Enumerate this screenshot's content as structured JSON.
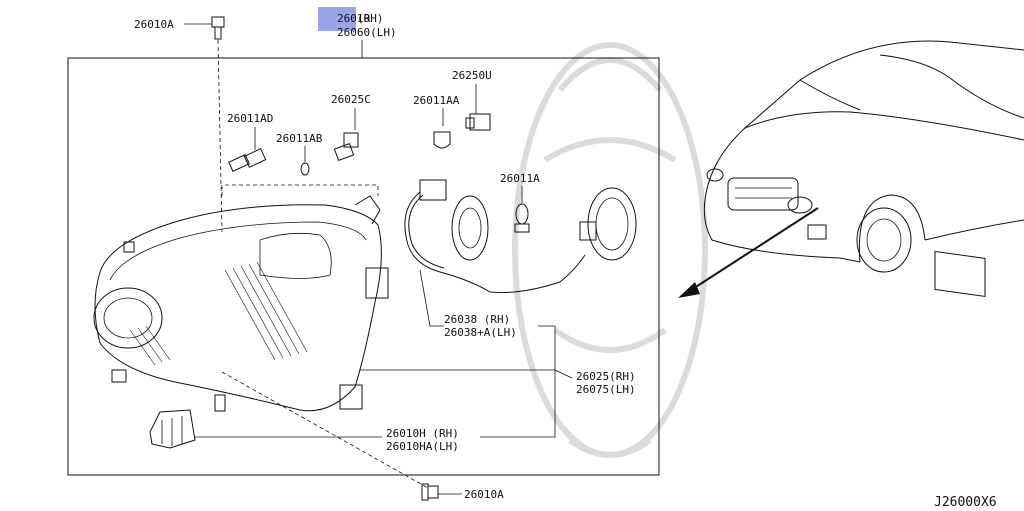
{
  "diagram": {
    "highlight_color": "#9aa5e8",
    "labels": {
      "part_26010_code": "26010",
      "part_26010_side": "(RH)",
      "part_26060": "26060(LH)",
      "bolt_top": "26010A",
      "bolt_bottom": "26010A",
      "bulb_26011ad": "26011AD",
      "bulb_26011ab": "26011AB",
      "socket_26025c": "26025C",
      "bulb_26011aa": "26011AA",
      "socket_26250u": "26250U",
      "bulb_26011a": "26011A",
      "harness_rh": "26038  (RH)",
      "harness_lh": "26038+A(LH)",
      "lamp_26025": "26025(RH)",
      "lamp_26075": "26075(LH)",
      "bracket_rh": "26010H  (RH)",
      "bracket_lh": "26010HA(LH)",
      "diagram_code": "J26000X6"
    }
  }
}
